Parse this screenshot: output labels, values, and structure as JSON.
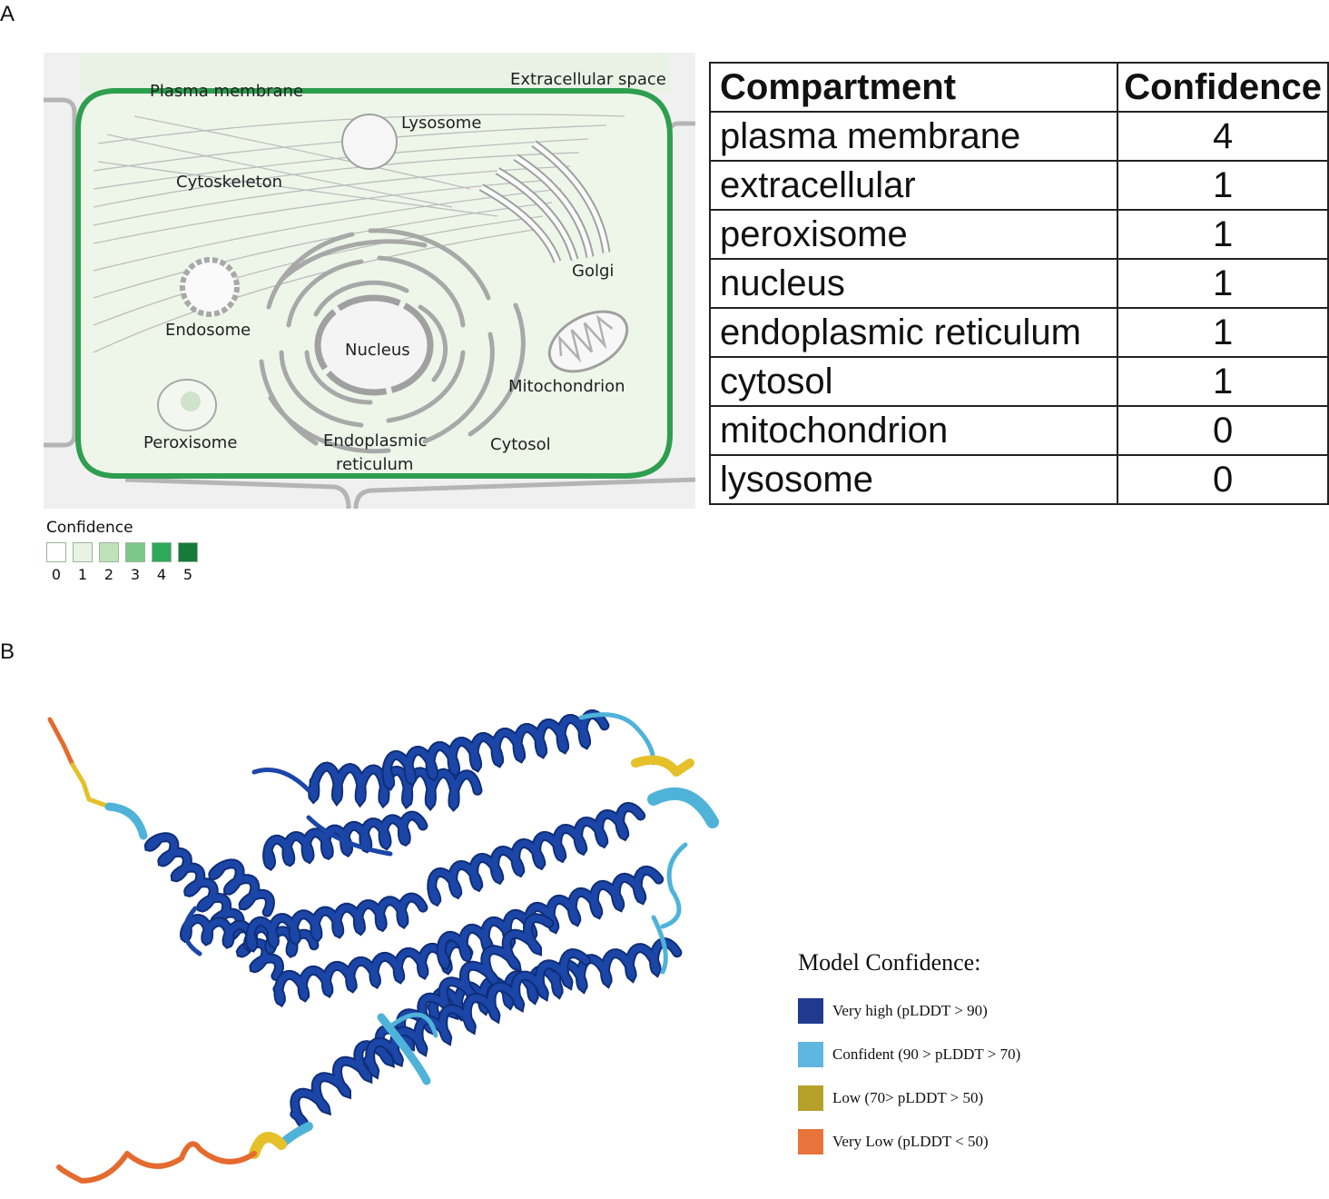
{
  "panels": {
    "a": "A",
    "b": "B"
  },
  "cell_diagram": {
    "labels": {
      "plasma_membrane": "Plasma membrane",
      "extracellular_space": "Extracellular space",
      "lysosome": "Lysosome",
      "cytoskeleton": "Cytoskeleton",
      "golgi": "Golgi",
      "endosome": "Endosome",
      "nucleus": "Nucleus",
      "mitochondrion": "Mitochondrion",
      "peroxisome": "Peroxisome",
      "endoplasmic_reticulum_1": "Endoplasmic",
      "endoplasmic_reticulum_2": "reticulum",
      "cytosol": "Cytosol"
    },
    "colors": {
      "membrane": "#2e9e4f",
      "cytoplasm": "#eef6ea",
      "background": "#f1f1f1",
      "organelle_stroke": "#9e9e9e"
    }
  },
  "confidence_legend": {
    "title": "Confidence",
    "levels": [
      {
        "label": "0",
        "color": "#ffffff"
      },
      {
        "label": "1",
        "color": "#e8f3e3"
      },
      {
        "label": "2",
        "color": "#bfe2b8"
      },
      {
        "label": "3",
        "color": "#7cc88a"
      },
      {
        "label": "4",
        "color": "#2ea85a"
      },
      {
        "label": "5",
        "color": "#157a3a"
      }
    ]
  },
  "table": {
    "headers": [
      "Compartment",
      "Confidence"
    ],
    "rows": [
      {
        "compartment": "plasma membrane",
        "confidence": "4"
      },
      {
        "compartment": "extracellular",
        "confidence": "1"
      },
      {
        "compartment": "peroxisome",
        "confidence": "1"
      },
      {
        "compartment": "nucleus",
        "confidence": "1"
      },
      {
        "compartment": "endoplasmic reticulum",
        "confidence": "1"
      },
      {
        "compartment": "cytosol",
        "confidence": "1"
      },
      {
        "compartment": "mitochondrion",
        "confidence": "0"
      },
      {
        "compartment": "lysosome",
        "confidence": "0"
      }
    ]
  },
  "model_confidence": {
    "title": "Model Confidence:",
    "items": [
      {
        "label": "Very high (pLDDT > 90)",
        "color": "#1f3a8f"
      },
      {
        "label": "Confident (90 > pLDDT > 70)",
        "color": "#5fb6de"
      },
      {
        "label": "Low (70> pLDDT > 50)",
        "color": "#b5a12a"
      },
      {
        "label": "Very Low (pLDDT < 50)",
        "color": "#e8743b"
      }
    ]
  },
  "protein_colors": {
    "very_high": "#1b46a8",
    "confident": "#4fb3d9",
    "low": "#e5c02a",
    "very_low": "#e56a2e"
  }
}
